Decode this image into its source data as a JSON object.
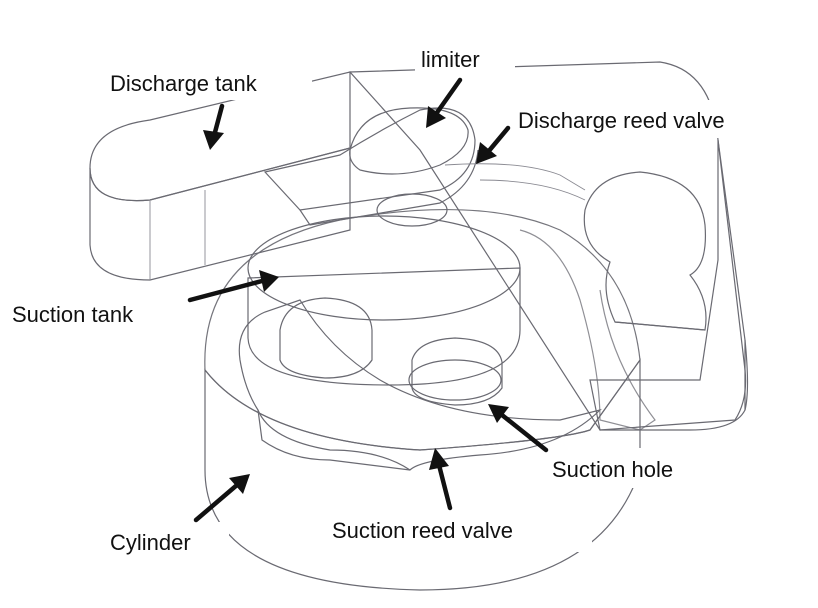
{
  "labels": {
    "discharge_tank": "Discharge tank",
    "limiter": "limiter",
    "discharge_reed_valve": "Discharge reed valve",
    "suction_tank": "Suction tank",
    "suction_hole": "Suction hole",
    "cylinder": "Cylinder",
    "suction_reed_valve": "Suction reed valve"
  },
  "colors": {
    "wall_light": "#efedf2",
    "wall_mid": "#cdc8d2",
    "wall_dark": "#a39cab",
    "edge": "#6a6a72",
    "label_text": "#111111"
  }
}
